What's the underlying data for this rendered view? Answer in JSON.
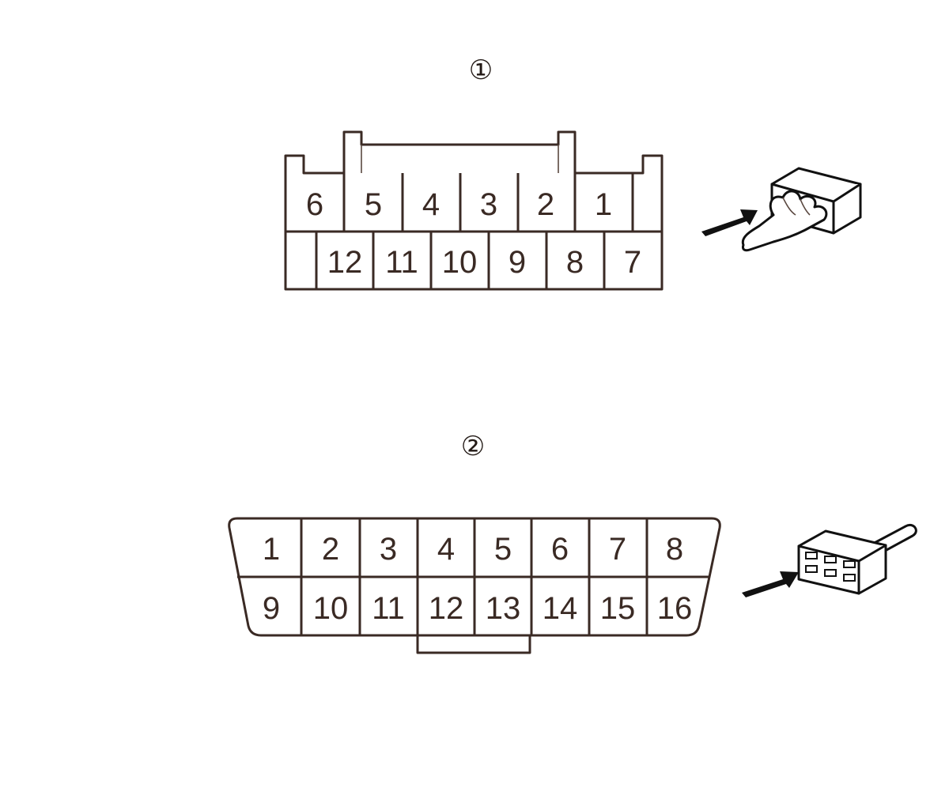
{
  "connector1": {
    "label": "①",
    "top_row": [
      "6",
      "5",
      "4",
      "3",
      "2",
      "1"
    ],
    "bottom_row": [
      "12",
      "11",
      "10",
      "9",
      "8",
      "7"
    ],
    "icon": "hand-inserting-connector-icon"
  },
  "connector2": {
    "label": "②",
    "top_row": [
      "1",
      "2",
      "3",
      "4",
      "5",
      "6",
      "7",
      "8"
    ],
    "bottom_row": [
      "9",
      "10",
      "11",
      "12",
      "13",
      "14",
      "15",
      "16"
    ],
    "icon": "plug-inserting-connector-icon"
  }
}
